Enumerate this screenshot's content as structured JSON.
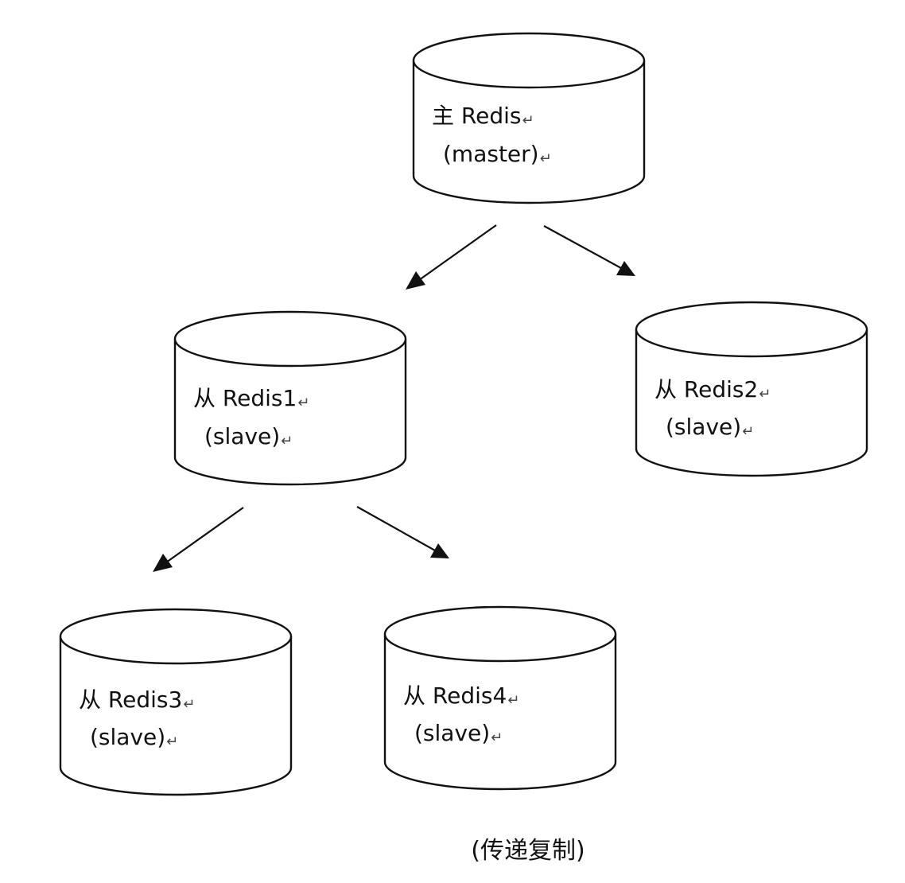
{
  "diagram": {
    "nodes": [
      {
        "id": "master",
        "title": "主 Redis",
        "role": "(master)",
        "mark": "↵"
      },
      {
        "id": "redis1",
        "title": "从 Redis1",
        "role": "(slave)",
        "mark": "↵"
      },
      {
        "id": "redis2",
        "title": "从 Redis2",
        "role": "(slave)",
        "mark": "↵"
      },
      {
        "id": "redis3",
        "title": "从 Redis3",
        "role": "(slave)",
        "mark": "↵"
      },
      {
        "id": "redis4",
        "title": "从 Redis4",
        "role": "(slave)",
        "mark": "↵"
      }
    ],
    "edges": [
      {
        "from": "master",
        "to": "redis1"
      },
      {
        "from": "master",
        "to": "redis2"
      },
      {
        "from": "redis1",
        "to": "redis3"
      },
      {
        "from": "redis1",
        "to": "redis4"
      }
    ],
    "caption": "(传递复制)"
  }
}
